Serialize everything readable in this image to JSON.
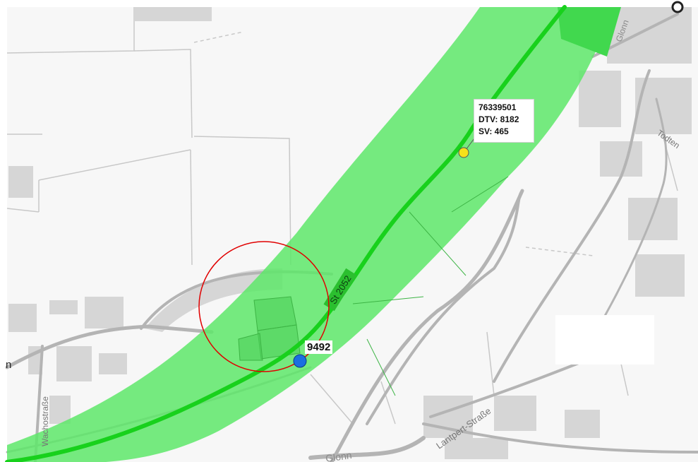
{
  "map": {
    "background": "#f6f6f6",
    "buffer_color": "#5ee86a",
    "route_color": "#18d11c",
    "highlight_circle_color": "#e00000",
    "labels": {
      "route_id": "St 2052",
      "road_gionn_north": "Glonn",
      "road_gionn_south": "Glonn",
      "street_lantpert": "Lantpert-Straße",
      "street_wachostr": "Wachostraße",
      "street_todtenweis": "Todten",
      "edge_letter": "n"
    },
    "counting_point": {
      "id": "76339501",
      "dtv": "DTV: 8182",
      "sv": "SV: 465",
      "marker_color": "#f5e11a"
    },
    "node": {
      "id": "9492",
      "marker_color": "#1a6fe0"
    }
  }
}
